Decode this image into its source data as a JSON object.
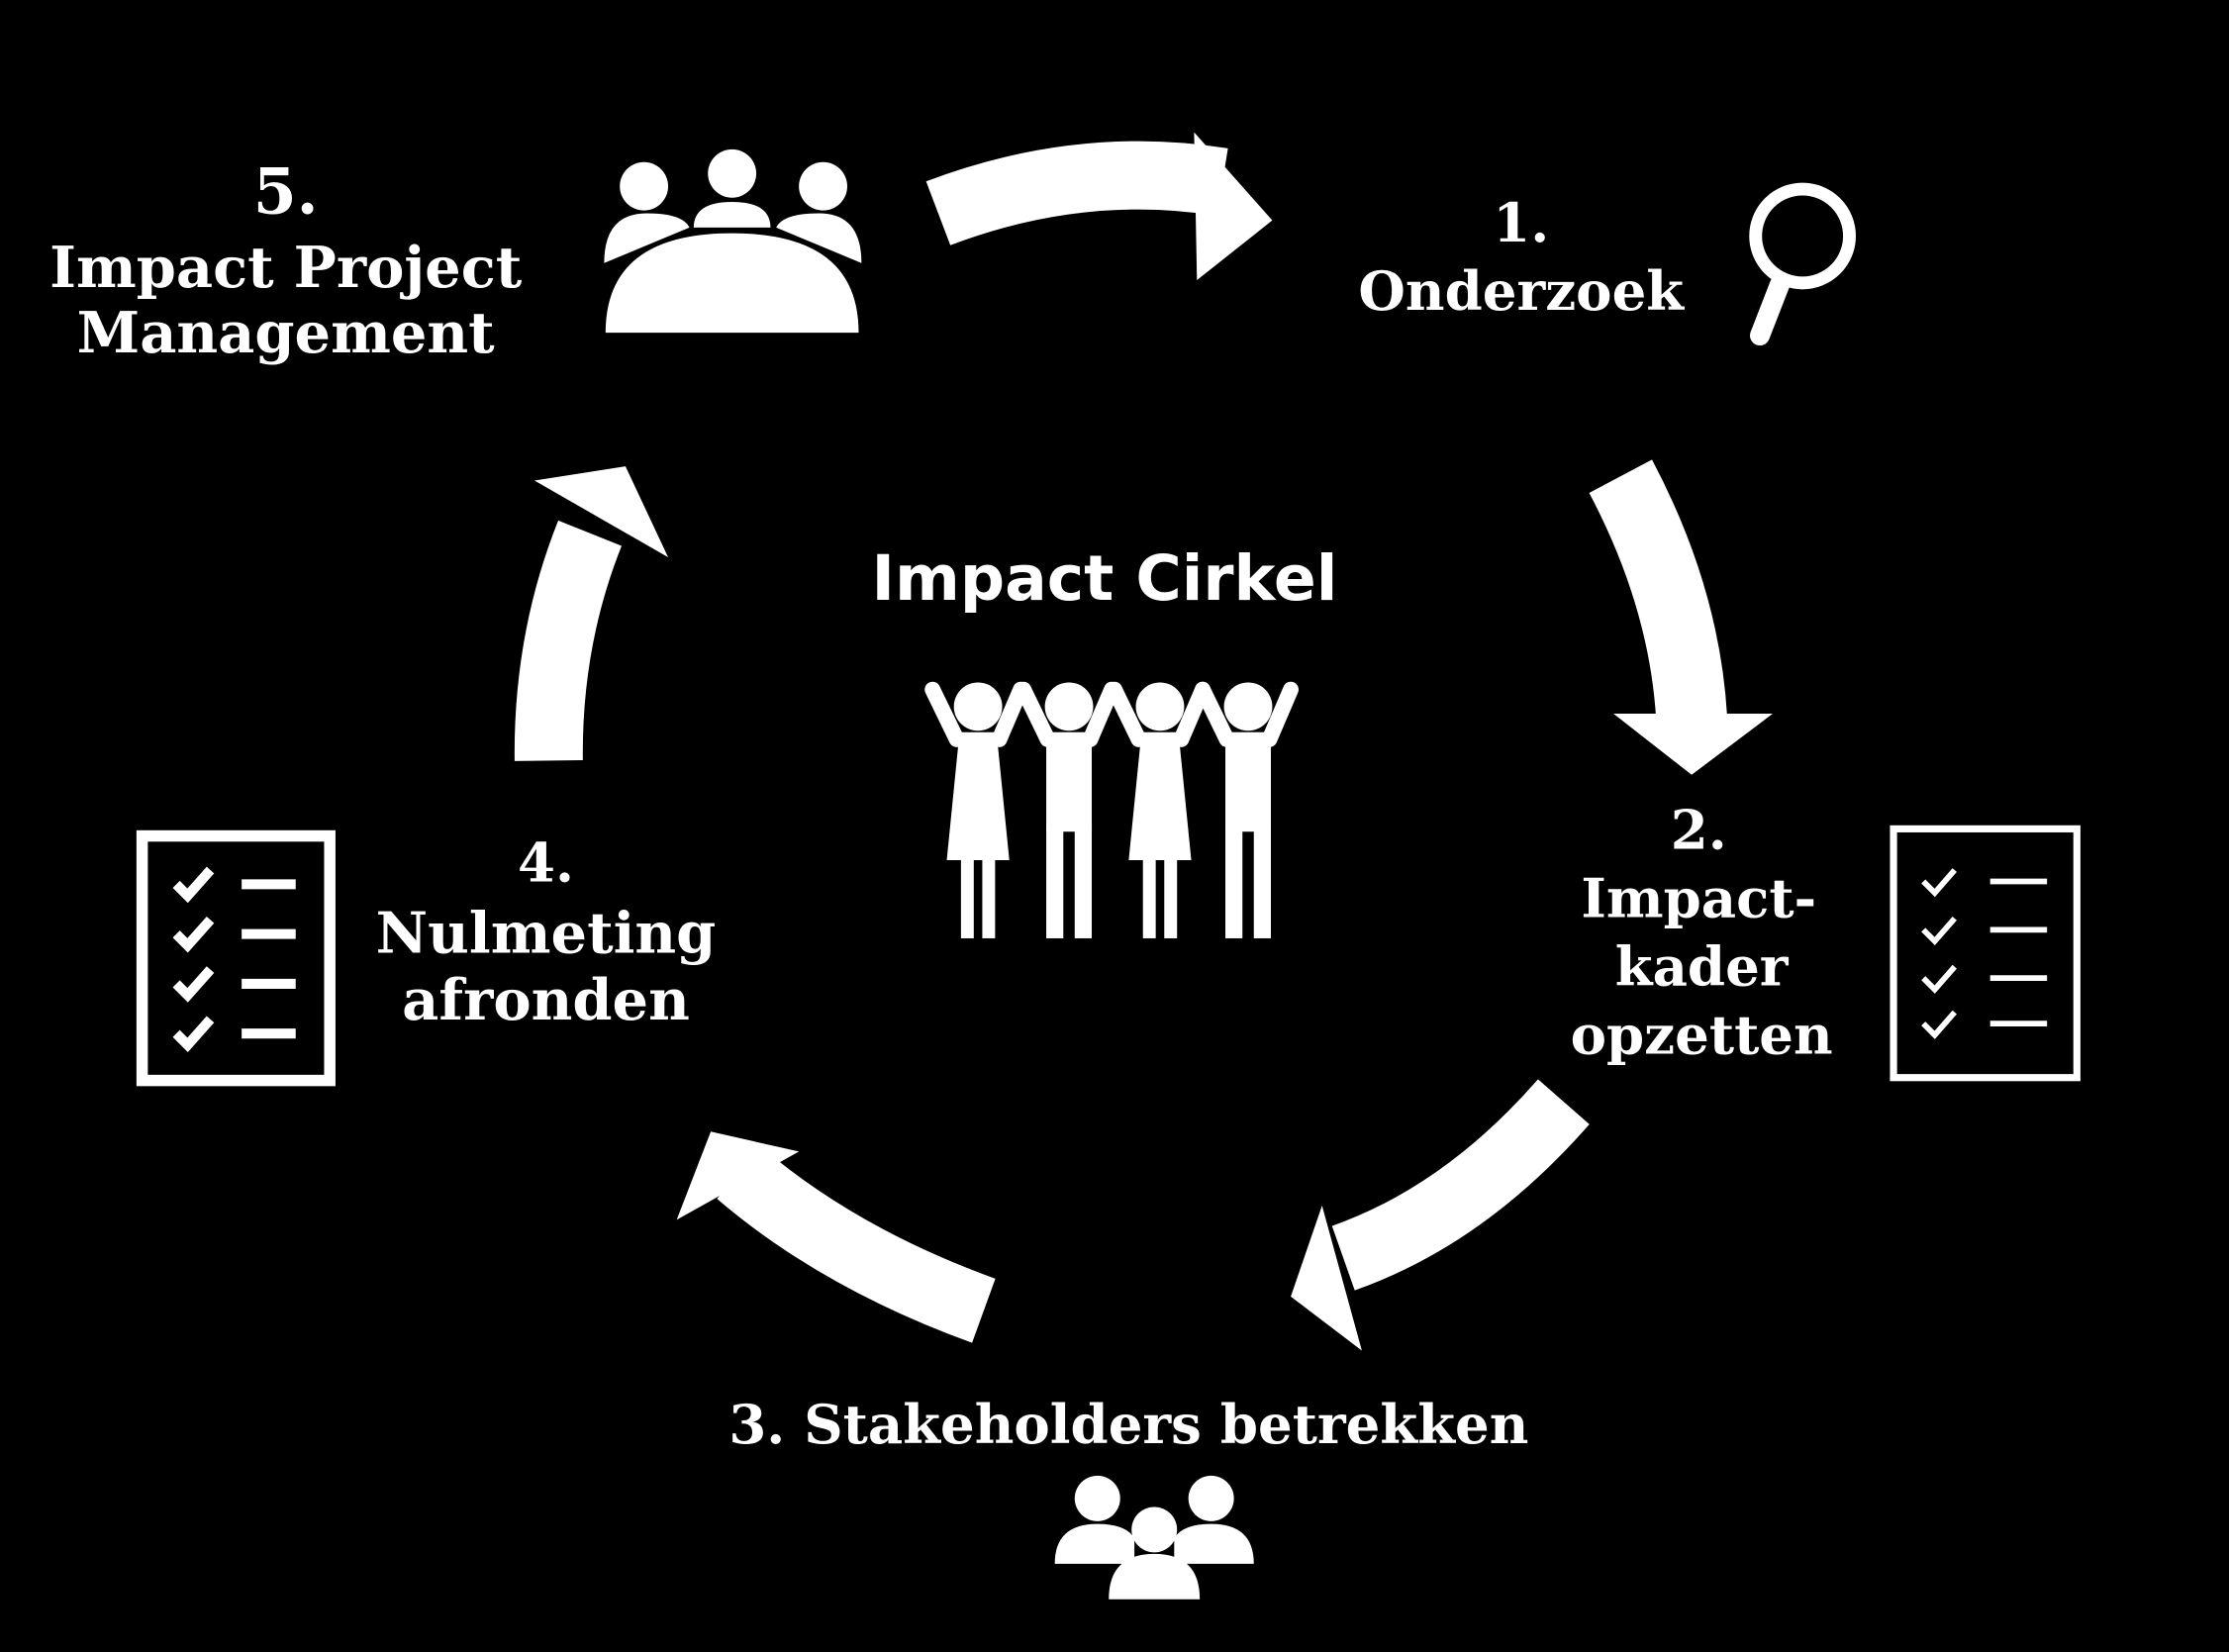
{
  "title": "Impact Cirkel",
  "colors": {
    "background": "#000000",
    "foreground": "#ffffff"
  },
  "steps": [
    {
      "number": "1.",
      "lines": [
        "Onderzoek"
      ],
      "icon": "magnifier-icon"
    },
    {
      "number": "2.",
      "lines": [
        "Impact-",
        "kader",
        "opzetten"
      ],
      "icon": "checklist-icon"
    },
    {
      "number": "",
      "lines": [
        "3. Stakeholders betrekken"
      ],
      "icon": "group-icon"
    },
    {
      "number": "4.",
      "lines": [
        "Nulmeting",
        "afronden"
      ],
      "icon": "checklist-icon"
    },
    {
      "number": "5.",
      "lines": [
        "Impact Project",
        "Management"
      ],
      "icon": "meeting-icon"
    }
  ]
}
